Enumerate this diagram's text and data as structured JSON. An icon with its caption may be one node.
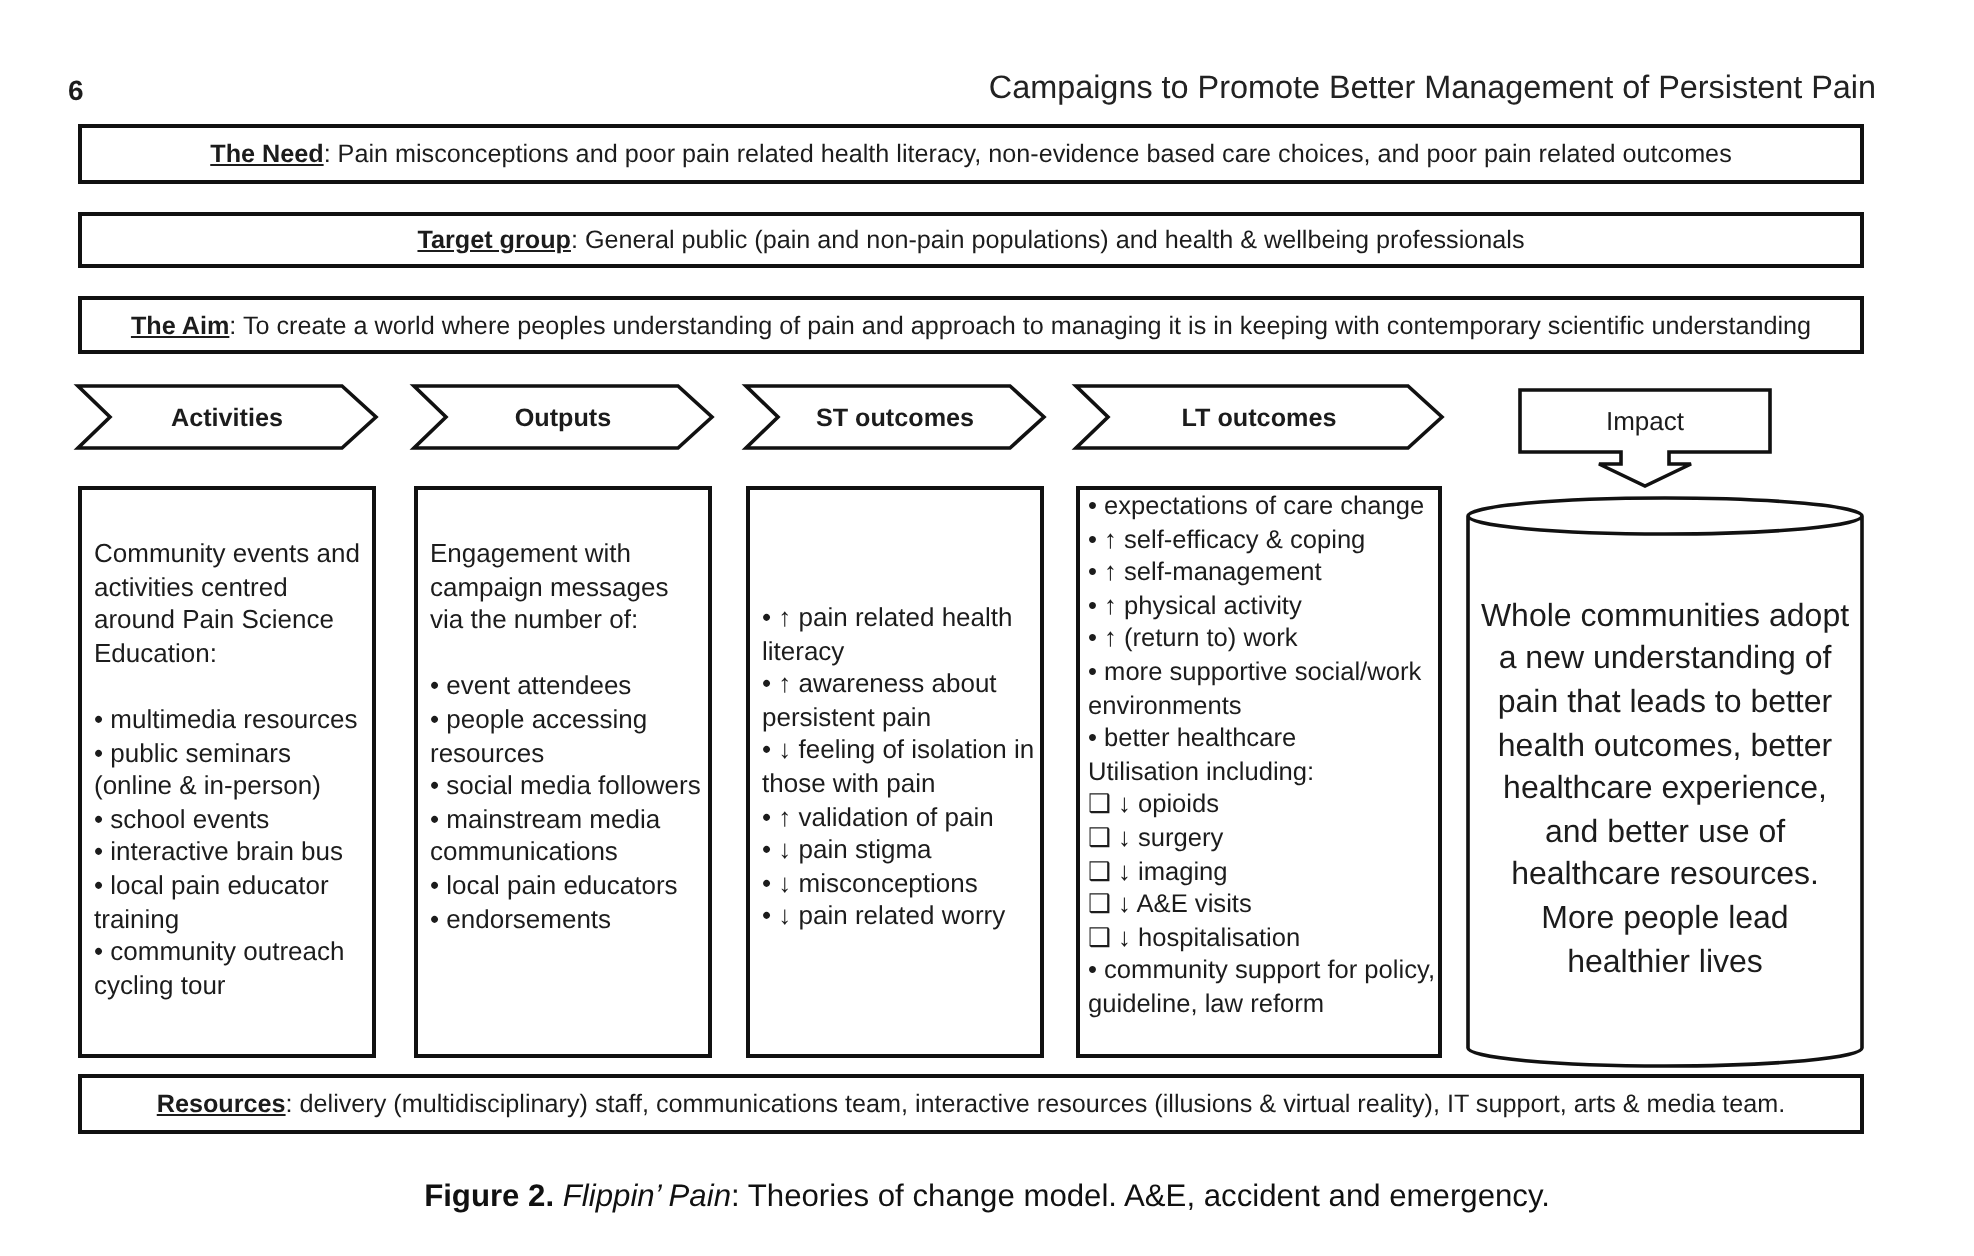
{
  "diagram": {
    "caption": "**Figure 2.** *Flippin’ Pain*: Theories of change model. A&E, accident and emergency.",
    "nodes": [
      {
        "text": [
          "**The Need**: Pain misconceptions and poor pain related health literacy, non-evidence based care choices, and poor pain related outcomes"
        ]
      },
      {
        "text": [
          "**Target group**: General public (pain and non-pain populations) and health & wellbeing professionals"
        ]
      },
      {
        "text": [
          "**The Aim**: To create a world where peoples understanding of pain and approach to managing it is in keeping with contemporary scientific understanding"
        ]
      },
      {
        "text": [
          "Activities"
        ]
      },
      {
        "text": [
          "Outputs"
        ]
      },
      {
        "text": [
          "ST outcomes"
        ]
      },
      {
        "text": [
          "LT outcomes"
        ]
      },
      {
        "text": [
          "Impact"
        ]
      },
      {
        "text": [
          "Community events and activities centred around Pain Science Education:",
          "• multimedia resources",
          "• public seminars (online & in-person)",
          "• school events",
          "• interactive brain bus",
          "• local pain educator training",
          "• community outreach cycling tour"
        ]
      },
      {
        "text": [
          "Engagement with campaign messages via the number of:",
          "• event attendees",
          "• people accessing resources",
          "• social media followers",
          "• mainstream media communications",
          "• local pain educators",
          "• endorsements"
        ]
      },
      {
        "text": [
          "• ↑ pain related health literacy",
          "• ↑ awareness about persistent pain",
          "• ↓ feeling of isolation in those with pain",
          "• ↑ validation of pain",
          "• ↓ pain stigma",
          "• ↓ misconceptions",
          "• ↓ pain related worry"
        ]
      },
      {
        "text": [
          "• expectations of care change",
          "• ↑ self-efficacy & coping",
          "• ↑ self-management",
          "• ↑ physical activity",
          "• ↑ (return to) work",
          "• more supportive social/work environments",
          "• better healthcare",
          "Utilisation including:",
          "❑ ↓ opioids",
          "❑ ↓ surgery",
          "❑ ↓ imaging",
          "❑ ↓ A&E visits",
          "❑ ↓ hospitalisation",
          "• community support for policy, guideline, law reform"
        ]
      },
      {
        "text": [
          "Whole communities adopt a new understanding of pain that leads to better health outcomes, better healthcare experience, and better use of healthcare resources. More people lead healthier lives"
        ]
      },
      {
        "text": [
          "**Resources**: delivery (multidisciplinary) staff, communications team, interactive resources (illusions & virtual reality), IT support, arts & media team."
        ]
      }
    ],
    "labels": [
      "6",
      "Campaigns to Promote Better Management of Persistent Pain"
    ]
  }
}
